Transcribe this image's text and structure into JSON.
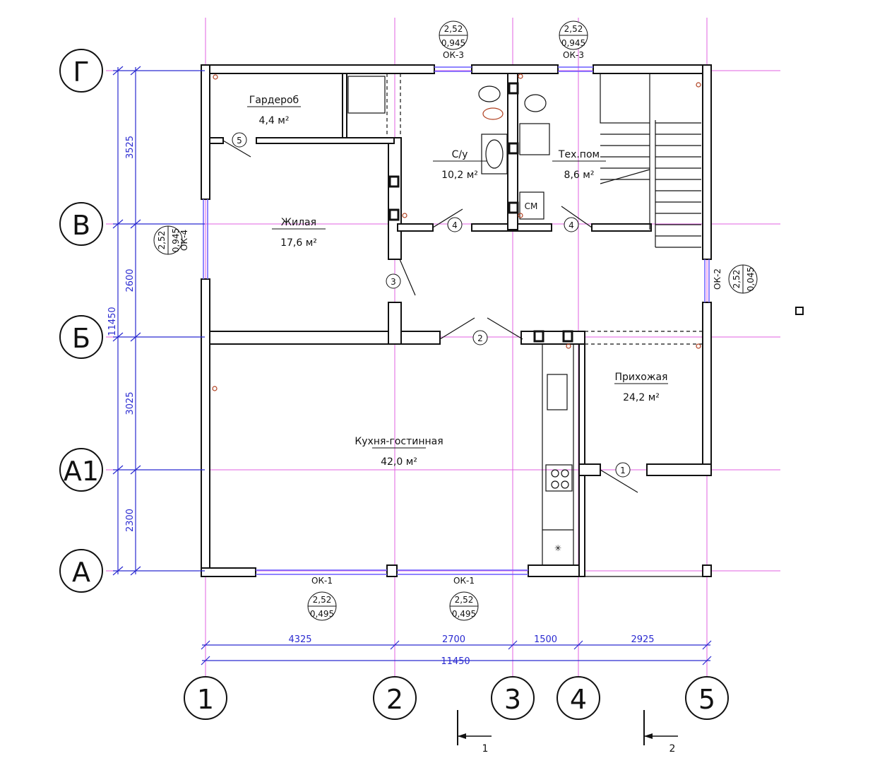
{
  "axes": {
    "rows": [
      {
        "label": "Г"
      },
      {
        "label": "В"
      },
      {
        "label": "Б"
      },
      {
        "label": "А1"
      },
      {
        "label": "А"
      }
    ],
    "cols": [
      {
        "label": "1"
      },
      {
        "label": "2"
      },
      {
        "label": "3"
      },
      {
        "label": "4"
      },
      {
        "label": "5"
      }
    ]
  },
  "rooms": [
    {
      "name": "Гардероб",
      "area": "4,4 м²"
    },
    {
      "name": "Жилая",
      "area": "17,6 м²"
    },
    {
      "name": "С/у",
      "area": "10,2 м²"
    },
    {
      "name": "Тех.пом",
      "area": "8,6 м²"
    },
    {
      "name": "Прихожая",
      "area": "24,2 м²"
    },
    {
      "name": "Кухня-гостинная",
      "area": "42,0 м²"
    }
  ],
  "doors": [
    "5",
    "4",
    "4",
    "3",
    "2",
    "1"
  ],
  "windows": [
    {
      "mark": "ОК-3",
      "height": "2,52",
      "sill": "0,945"
    },
    {
      "mark": "ОК-3",
      "height": "2,52",
      "sill": "0,945"
    },
    {
      "mark": "ОК-4",
      "height": "2,52",
      "sill": "0,945"
    },
    {
      "mark": "ОК-2",
      "height": "2,52",
      "sill": "0,045"
    },
    {
      "mark": "ОК-1",
      "height": "2,52",
      "sill": "0,495"
    },
    {
      "mark": "ОК-1",
      "height": "2,52",
      "sill": "0,495"
    }
  ],
  "appliance_label": "СМ",
  "fridge_symbol": "✳",
  "dimensions": {
    "vertical": [
      "3525",
      "2600",
      "3025",
      "2300"
    ],
    "vertical_total": "11450",
    "horizontal": [
      "4325",
      "2700",
      "1500",
      "2925"
    ],
    "horizontal_total": "11450"
  },
  "sections": [
    {
      "label": "1"
    },
    {
      "label": "2"
    }
  ]
}
